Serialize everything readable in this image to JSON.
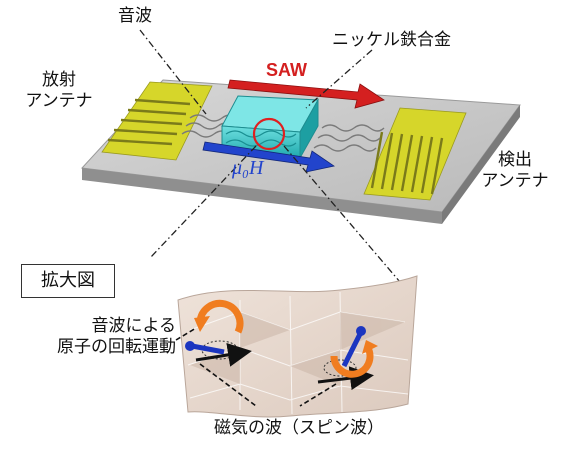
{
  "labels": {
    "sound_wave": "音波",
    "nickel_iron_alloy": "ニッケル鉄合金",
    "saw": "SAW",
    "radiating_antenna": [
      "放射",
      "アンテナ"
    ],
    "detecting_antenna": [
      "検出",
      "アンテナ"
    ],
    "field": "μ₀H",
    "zoom": "拡大図",
    "atomic_rotation": [
      "音波による",
      "原子の回転運動"
    ],
    "spin_wave": "磁気の波（スピン波）"
  },
  "colors": {
    "substrate_top": "#c9c9c9",
    "substrate_side": "#8f8f8f",
    "antenna_yellow": "#d6d62a",
    "alloy_cyan": "#3cc4c4",
    "saw_arrow": "#d42020",
    "field_arrow": "#2244cc",
    "highlight_circle": "#e02020",
    "rotation_orange": "#f07d20",
    "moment_blue": "#1c36c0",
    "membrane": "#e8d9cf"
  },
  "icons": {
    "saw_arrow": "right-arrow-icon",
    "field_arrow": "right-arrow-icon",
    "rotation": "circular-arrow-icon"
  }
}
